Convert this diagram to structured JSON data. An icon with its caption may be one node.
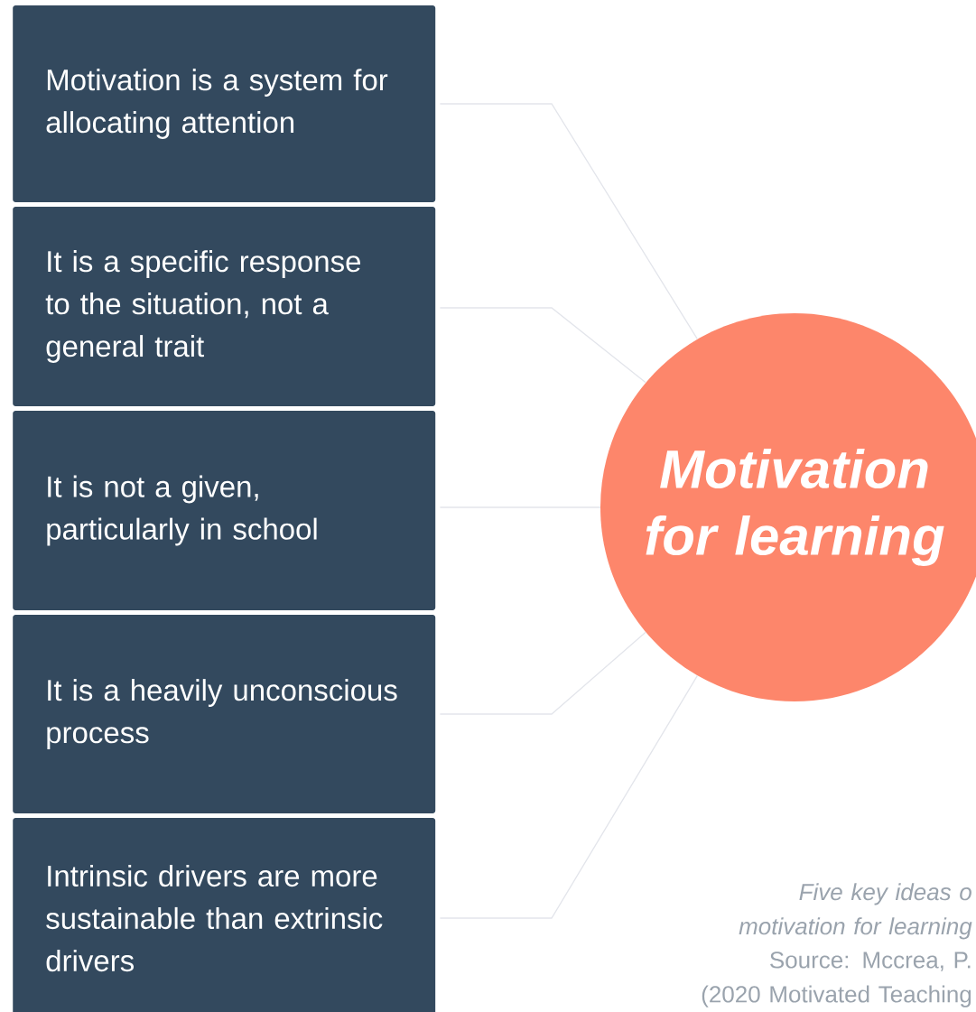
{
  "diagram": {
    "caption": "Five key ideas o motivation for learning",
    "nodes": [
      {
        "text": [
          "Motivation is a system for allocating attention"
        ]
      },
      {
        "text": [
          "It is a specific response to the situation, not a general trait"
        ]
      },
      {
        "text": [
          "It is not a given, particularly in school"
        ]
      },
      {
        "text": [
          "It is a heavily unconscious process"
        ]
      },
      {
        "text": [
          "Intrinsic drivers are more sustainable than extrinsic drivers"
        ]
      },
      {
        "text": [
          "Motivation for learning"
        ]
      }
    ],
    "edges": [
      {
        "from": 0,
        "to": 5,
        "arrow": "none"
      },
      {
        "from": 1,
        "to": 5,
        "arrow": "none"
      },
      {
        "from": 2,
        "to": 5,
        "arrow": "none"
      },
      {
        "from": 3,
        "to": 5,
        "arrow": "none"
      },
      {
        "from": 4,
        "to": 5,
        "arrow": "none"
      }
    ],
    "labels": [
      "Source: Mccrea, P. (2020 Motivated Teaching"
    ]
  }
}
